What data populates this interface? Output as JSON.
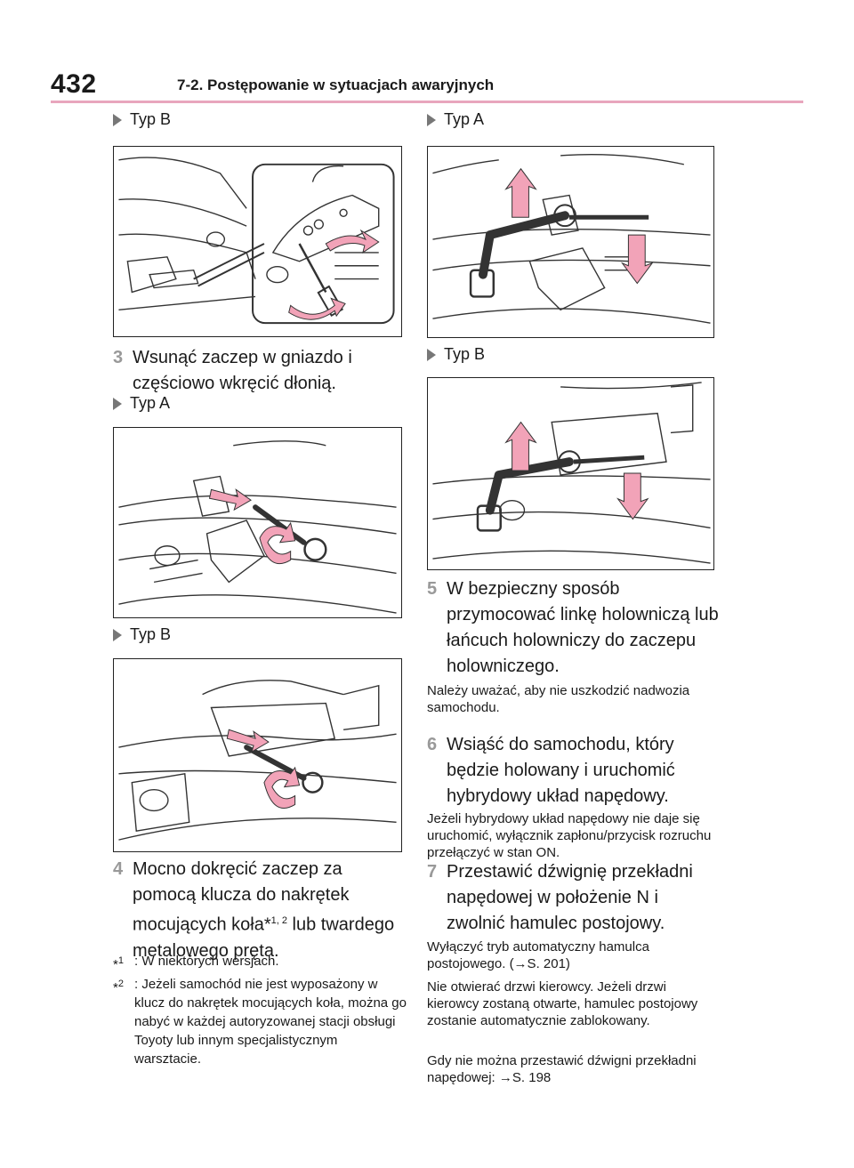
{
  "header": {
    "page_number": "432",
    "section_title": "7-2. Postępowanie w sytuacjach awaryjnych"
  },
  "left": {
    "type_b_1": "Typ B",
    "step3_num": "3",
    "step3_text": "Wsunąć zaczep w gniazdo i częściowo wkręcić dłonią.",
    "type_a": "Typ A",
    "type_b_2": "Typ B",
    "step4_num": "4",
    "step4_text_a": "Mocno dokręcić zaczep za pomocą klucza do nakrętek mocujących koła*",
    "step4_sup": "1, 2",
    "step4_text_b": " lub twardego metalowego pręta.",
    "fn1_mark": "*",
    "fn1_sup": "1",
    "fn1_text": ": W niektórych wersjach.",
    "fn2_mark": "*",
    "fn2_sup": "2",
    "fn2_text": ": Jeżeli samochód nie jest wyposażony w klucz do nakrętek mocujących koła, można go nabyć w każdej autoryzowanej stacji obsługi Toyoty lub innym specjalistycznym warsztacie."
  },
  "right": {
    "type_a": "Typ A",
    "type_b": "Typ B",
    "step5_num": "5",
    "step5_text": "W bezpieczny sposób przymocować linkę holowniczą lub łańcuch holowniczy do zaczepu holowniczego.",
    "step5_note": "Należy uważać, aby nie uszkodzić nadwozia samochodu.",
    "step6_num": "6",
    "step6_text": "Wsiąść do samochodu, który będzie holowany i uruchomić hybrydowy układ napędowy.",
    "step6_note": "Jeżeli hybrydowy układ napędowy nie daje się uruchomić, wyłącznik zapłonu/przycisk rozruchu przełączyć w stan ON.",
    "step7_num": "7",
    "step7_text": "Przestawić dźwignię przekładni napędowej w położenie N i zwolnić hamulec postojowy.",
    "step7_note1": "Wyłączyć tryb automatyczny hamulca postojowego. (→S. 201)",
    "step7_note2": "Nie otwierać drzwi kierowcy. Jeżeli drzwi kierowcy zostaną otwarte, hamulec postojowy zostanie automatycznie zablokowany.",
    "step7_note3": "Gdy nie można przestawić dźwigni przekładni napędowej: →S. 198"
  },
  "colors": {
    "accent_pink": "#e8a6bd",
    "arrow_pink": "#f2a3b8",
    "step_gray": "#999999"
  },
  "icons": [
    "triangle-bullet-icon"
  ]
}
